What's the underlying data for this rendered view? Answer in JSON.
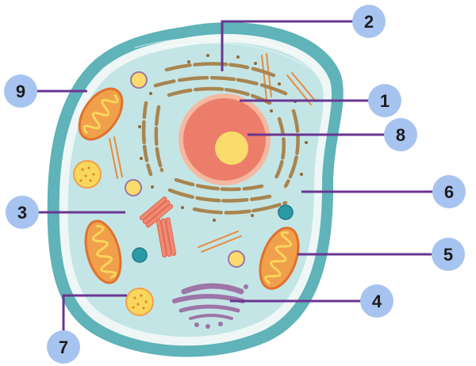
{
  "diagram": {
    "labels": [
      {
        "id": "organelle-label-1",
        "number": "1"
      },
      {
        "id": "organelle-label-2",
        "number": "2"
      },
      {
        "id": "organelle-label-3",
        "number": "3"
      },
      {
        "id": "organelle-label-4",
        "number": "4"
      },
      {
        "id": "organelle-label-5",
        "number": "5"
      },
      {
        "id": "organelle-label-6",
        "number": "6"
      },
      {
        "id": "organelle-label-7",
        "number": "7"
      },
      {
        "id": "organelle-label-8",
        "number": "8"
      },
      {
        "id": "organelle-label-9",
        "number": "9"
      }
    ]
  },
  "colors": {
    "membrane": "#5fb3b9",
    "cytoplasm": "#c4e5e6",
    "nuclear_envelope": "#f5b8a0",
    "nucleus": "#ed7d6b",
    "nucleolus": "#f9dc6b",
    "endoplasmic_reticulum": "#a88550",
    "mitochondrion_outer": "#f0a04a",
    "mitochondrion_inner": "#e0722e",
    "golgi": "#9d75a6",
    "centrioles": "#f08a72",
    "lysosome": "#f9d65c",
    "vacuole": "#2a9aa6",
    "leader_line": "#6a3591",
    "badge": "#a7c4f0"
  }
}
